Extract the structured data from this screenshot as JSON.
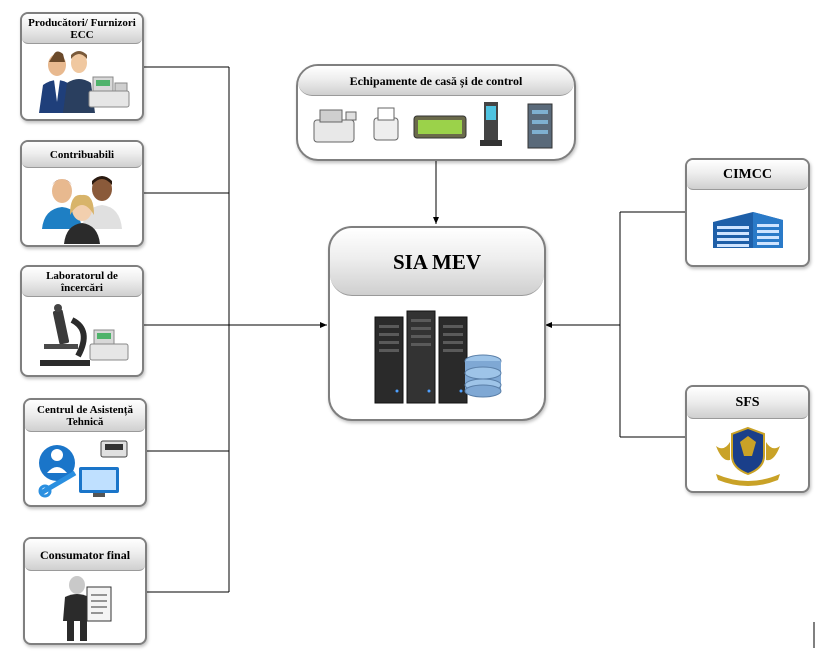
{
  "left": {
    "producers": {
      "title": "Producători/ Furnizori ECC",
      "icon": "business-people-with-cash-register-icon"
    },
    "taxpayers": {
      "title": "Contribuabili",
      "icon": "people-group-icon"
    },
    "laboratory": {
      "title": "Laboratorul de încercări",
      "icon": "microscope-with-cash-register-icon"
    },
    "tech_center": {
      "title": "Centrul de Asistență Tehnică",
      "icon": "technical-support-icon"
    },
    "consumer": {
      "title": "Consumator final",
      "icon": "person-with-receipt-icon"
    }
  },
  "top": {
    "title": "Echipamente de casă și de control",
    "icon": "cash-equipment-icon"
  },
  "center": {
    "title": "SIA MEV",
    "icon": "servers-database-icon"
  },
  "right": {
    "cimcc": {
      "title": "CIMCC",
      "icon": "building-icon"
    },
    "sfs": {
      "title": "SFS",
      "icon": "sfs-emblem-icon"
    }
  },
  "colors": {
    "border": "#7f7f7f",
    "line": "#000000",
    "header_gradient_end": "#cfcfcf"
  }
}
